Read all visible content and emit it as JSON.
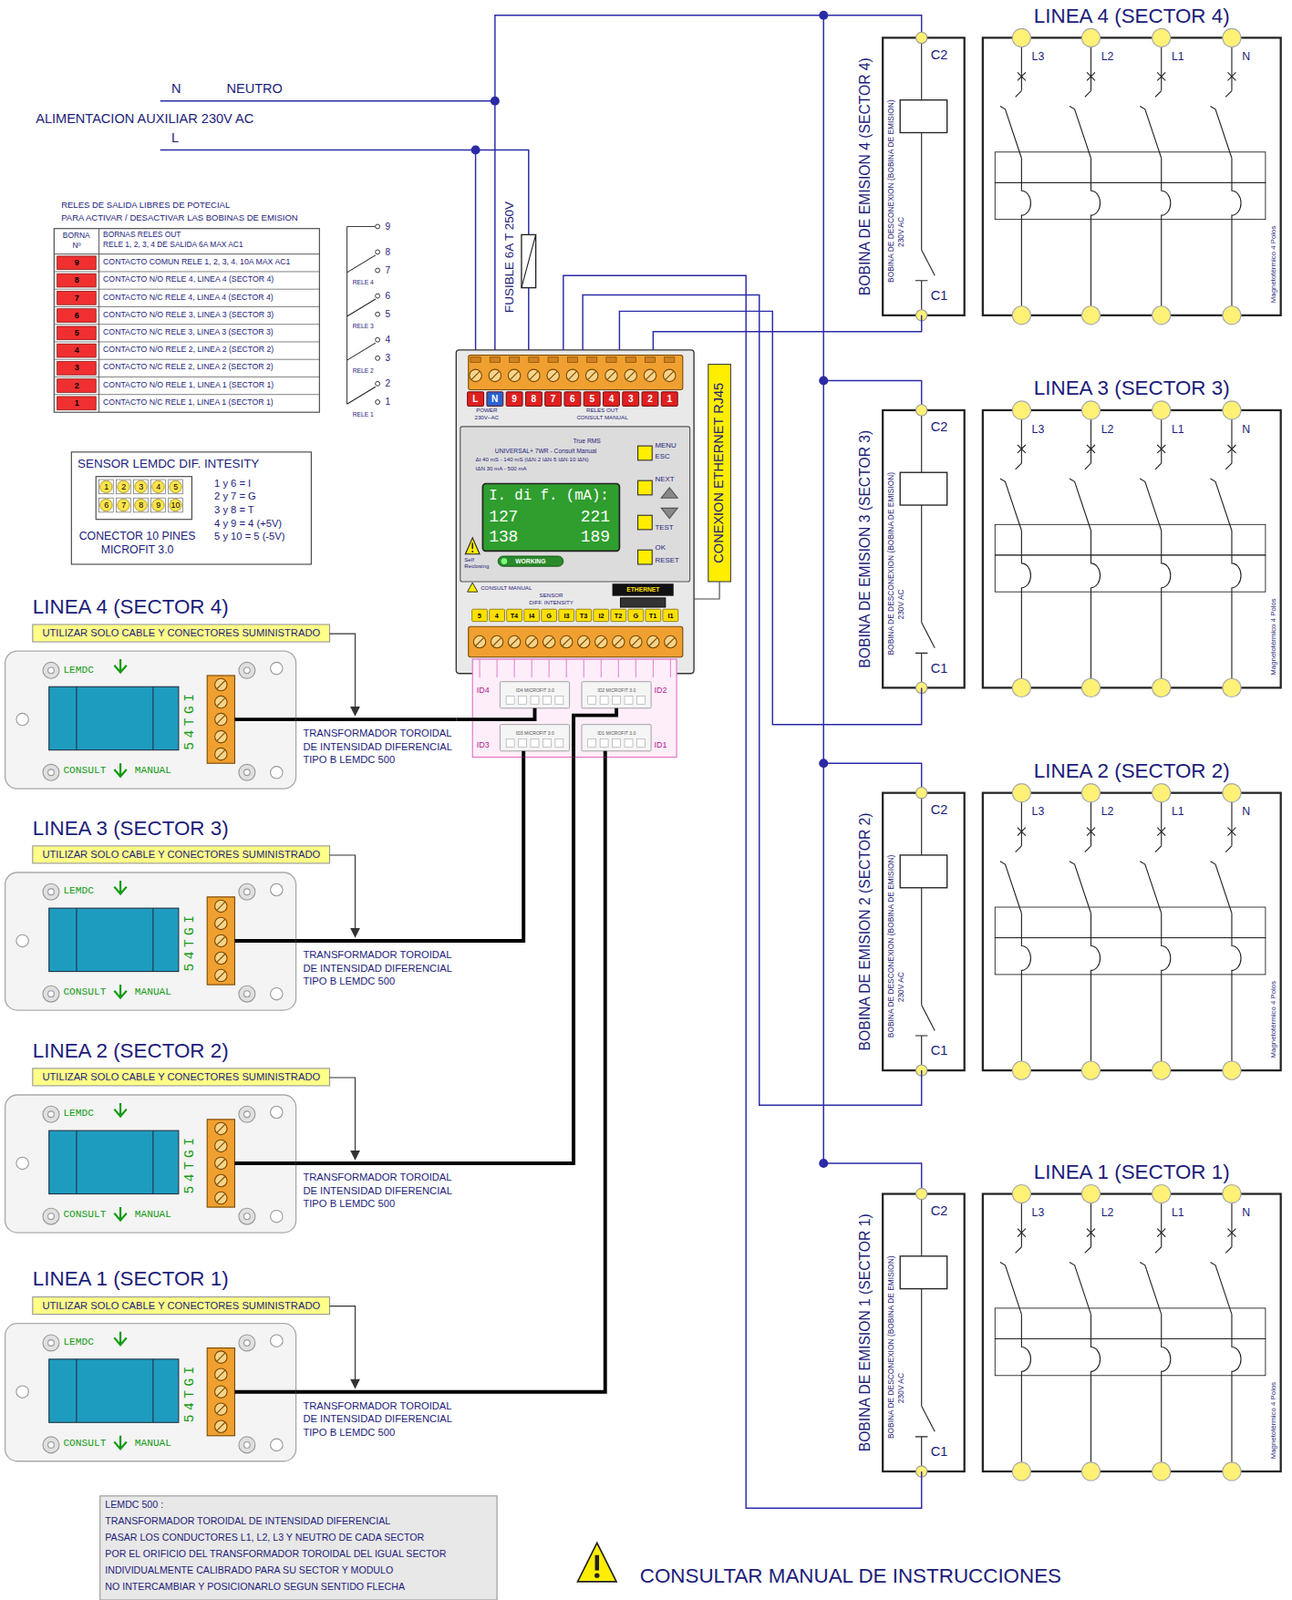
{
  "diagram": {
    "nodes": [
      {
        "text": [
          "True RMS",
          "UNIVERSAL+ 7WR - Consult Manual"
        ]
      },
      {
        "text": [
          "I. di f. (mA):",
          "127",
          "221",
          "138",
          "189"
        ],
        "in": 0
      },
      {
        "text": [
          "CONEXION ETHERNET RJ45"
        ]
      },
      {
        "text": [
          "SENSOR LEMDC DIF. INTESITY",
          "CONECTOR 10 PINES MICROFIT 3.0"
        ]
      },
      {
        "text": [
          "UTILIZAR SOLO CABLE Y CONECTORES SUMINISTRADO"
        ]
      },
      {
        "text": [
          "LEMDC",
          "54TGI",
          "CONSULT",
          "MANUAL"
        ]
      },
      {
        "text": [
          "UTILIZAR SOLO CABLE Y CONECTORES SUMINISTRADO"
        ]
      },
      {
        "text": [
          "LEMDC",
          "54TGI",
          "CONSULT",
          "MANUAL"
        ]
      },
      {
        "text": [
          "UTILIZAR SOLO CABLE Y CONECTORES SUMINISTRADO"
        ]
      },
      {
        "text": [
          "LEMDC",
          "54TGI",
          "CONSULT",
          "MANUAL"
        ]
      },
      {
        "text": [
          "UTILIZAR SOLO CABLE Y CONECTORES SUMINISTRADO"
        ]
      },
      {
        "text": [
          "LEMDC",
          "54TGI",
          "CONSULT",
          "MANUAL"
        ]
      },
      {
        "text": [
          "BOBINA DE EMISION 4 (SECTOR 4)",
          "BOBINA DE DESCONEXION (BOBINA DE EMISION)",
          "230V AC",
          "C2",
          "C1"
        ]
      },
      {
        "text": [
          "LINEA 4 (SECTOR 4)",
          "L3",
          "L2",
          "L1",
          "N",
          "Magnetotérmico 4 Polos"
        ]
      },
      {
        "text": [
          "BOBINA DE EMISION 3 (SECTOR 3)",
          "BOBINA DE DESCONEXION (BOBINA DE EMISION)",
          "230V AC",
          "C2",
          "C1"
        ]
      },
      {
        "text": [
          "LINEA 3 (SECTOR 3)",
          "L3",
          "L2",
          "L1",
          "N",
          "Magnetotérmico 4 Polos"
        ]
      },
      {
        "text": [
          "BOBINA DE EMISION 2 (SECTOR 2)",
          "BOBINA DE DESCONEXION (BOBINA DE EMISION)",
          "230V AC",
          "C2",
          "C1"
        ]
      },
      {
        "text": [
          "LINEA 2 (SECTOR 2)",
          "L3",
          "L2",
          "L1",
          "N",
          "Magnetotérmico 4 Polos"
        ]
      },
      {
        "text": [
          "BOBINA DE EMISION 1 (SECTOR 1)",
          "BOBINA DE DESCONEXION (BOBINA DE EMISION)",
          "230V AC",
          "C2",
          "C1"
        ]
      },
      {
        "text": [
          "LINEA 1 (SECTOR 1)",
          "L3",
          "L2",
          "L1",
          "N",
          "Magnetotérmico 4 Polos"
        ]
      },
      {
        "text": [
          "LEMDC 500 :",
          "TRANSFORMADOR TOROIDAL DE INTENSIDAD DIFERENCIAL",
          "PASAR LOS CONDUCTORES L1, L2, L3 Y NEUTRO DE CADA SECTOR",
          "POR EL ORIFICIO DEL TRANSFORMADOR TOROIDAL DEL IGUAL SECTOR",
          "INDIVIDUALMENTE CALIBRADO PARA SU SECTOR Y MODULO",
          "NO INTERCAMBIAR Y POSICIONARLO SEGUN SENTIDO FLECHA"
        ]
      }
    ],
    "edges": [
      {
        "from": 5,
        "to": 0,
        "arrow": "none"
      },
      {
        "from": 7,
        "to": 0,
        "arrow": "none"
      },
      {
        "from": 9,
        "to": 0,
        "arrow": "none"
      },
      {
        "from": 11,
        "to": 0,
        "arrow": "none"
      },
      {
        "from": 0,
        "to": 12,
        "arrow": "none"
      },
      {
        "from": 0,
        "to": 14,
        "arrow": "none"
      },
      {
        "from": 0,
        "to": 16,
        "arrow": "none"
      },
      {
        "from": 0,
        "to": 18,
        "arrow": "none"
      }
    ],
    "labels": [
      "N",
      "NEUTRO",
      "ALIMENTACION AUXILIAR 230V AC",
      "L",
      "FUSIBLE 6A T 250V",
      "RELES DE SALIDA LIBRES DE POTECIAL",
      "PARA ACTIVAR / DESACTIVAR LAS BOBINAS DE EMISION",
      "BORNA",
      "Nº",
      "BORNAS RELES OUT",
      "RELE 1, 2, 3, 4 DE SALIDA 6A MAX AC1",
      "9",
      "CONTACTO COMUN RELE 1, 2, 3, 4. 10A MAX AC1",
      "8",
      "CONTACTO N/O RELE 4, LINEA 4 (SECTOR 4)",
      "7",
      "CONTACTO N/C RELE 4, LINEA 4 (SECTOR 4)",
      "6",
      "CONTACTO N/O RELE 3, LINEA 3 (SECTOR 3)",
      "5",
      "CONTACTO N/C RELE 3, LINEA 3 (SECTOR 3)",
      "4",
      "CONTACTO N/O RELE 2, LINEA 2 (SECTOR 2)",
      "3",
      "CONTACTO N/C RELE 2, LINEA 2 (SECTOR 2)",
      "2",
      "CONTACTO N/O RELE 1, LINEA 1 (SECTOR 1)",
      "1",
      "CONTACTO N/C RELE 1, LINEA 1 (SECTOR 1)",
      "9",
      "8",
      "7",
      "RELE 4",
      "6",
      "5",
      "RELE 3",
      "4",
      "3",
      "RELE 2",
      "2",
      "1",
      "RELE 1",
      "1",
      "2",
      "3",
      "4",
      "5",
      "6",
      "7",
      "8",
      "9",
      "10",
      "1 y 6 = I",
      "2 y 7 = G",
      "3 y 8 = T",
      "4 y 9 = 4 (+5V)",
      "5 y 10 = 5 (-5V)",
      "L",
      "N",
      "9",
      "8",
      "7",
      "6",
      "5",
      "4",
      "3",
      "2",
      "1",
      "POWER",
      "230V~AC",
      "RELES OUT",
      "CONSULT MANUAL",
      "Δt 40 mS - 140 mS (IΔN·2 IΔN·5 IΔN·10 IΔN)",
      "IΔN 30 mA - 500 mA",
      "MENU",
      "ESC",
      "NEXT",
      "TEST",
      "OK",
      "RESET",
      "Self",
      "Reclosing",
      "WORKING",
      "CONSULT MANUAL",
      "SENSOR",
      "DIFF. INTENSITY",
      "ETHERNET",
      "5",
      "4",
      "T4",
      "I4",
      "G",
      "I3",
      "T3",
      "I2",
      "T2",
      "G",
      "T1",
      "I1",
      "ID4",
      "ID2",
      "ID3",
      "ID1",
      "ID4 MICROFIT 3.0",
      "ID2 MICROFIT 3.0",
      "ID3 MICROFIT 3.0",
      "ID1 MICROFIT 3.0",
      "LINEA 4 (SECTOR 4)",
      "LINEA 3 (SECTOR 3)",
      "LINEA 2 (SECTOR 2)",
      "LINEA 1 (SECTOR 1)",
      "TRANSFORMADOR TOROIDAL",
      "DE INTENSIDAD DIFERENCIAL",
      "TIPO B LEMDC 500",
      "TRANSFORMADOR TOROIDAL",
      "DE INTENSIDAD DIFERENCIAL",
      "TIPO B LEMDC 500",
      "TRANSFORMADOR TOROIDAL",
      "DE INTENSIDAD DIFERENCIAL",
      "TIPO B LEMDC 500",
      "TRANSFORMADOR TOROIDAL",
      "DE INTENSIDAD DIFERENCIAL",
      "TIPO B LEMDC 500",
      "CONSULTAR MANUAL DE INSTRUCCIONES"
    ]
  }
}
